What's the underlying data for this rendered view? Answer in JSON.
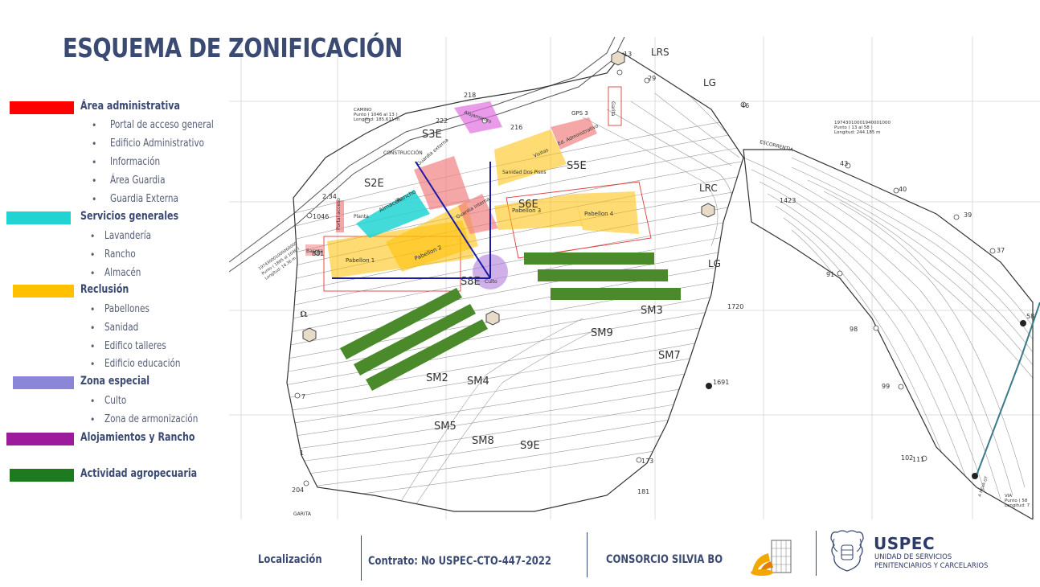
{
  "title": "ESQUEMA DE ZONIFICACIÓN",
  "legend": [
    {
      "label": "Área administrativa",
      "color": "#ff0000",
      "items": [
        "Portal de acceso general",
        "Edificio Administrativo",
        "Información",
        "Área Guardia",
        "Guardia Externa"
      ]
    },
    {
      "label": "Servicios generales",
      "color": "#22d3d3",
      "items": [
        "Lavandería",
        "Rancho",
        "Almacén"
      ]
    },
    {
      "label": "Reclusión",
      "color": "#ffc000",
      "items": [
        "Pabellones",
        "Sanidad",
        "Edifico talleres",
        "Edificio educación"
      ]
    },
    {
      "label": "Zona especial",
      "color": "#8c86d9",
      "items": [
        "Culto",
        "Zona de armonización"
      ]
    },
    {
      "label": "Alojamientos y Rancho",
      "color": "#9c1a9c",
      "items": []
    },
    {
      "label": "Actividad agropecuaria",
      "color": "#1e7a1e",
      "items": []
    }
  ],
  "map": {
    "zone_labels": [
      "S2E",
      "S3E",
      "S5E",
      "S6E",
      "S8E",
      "S9E",
      "SM2",
      "SM3",
      "SM4",
      "SM5",
      "SM7",
      "SM8",
      "SM9",
      "LRS",
      "LG",
      "LRC",
      "LG"
    ],
    "building_labels": [
      "Pabellon 1",
      "Pabellon 2",
      "Pabellon 3",
      "Pabellon 4",
      "Rancho",
      "Almacén",
      "Planta",
      "Guardia externa",
      "Guardia interna",
      "Alojamiento",
      "Garita",
      "Sanidad Dos Pisos",
      "Culto",
      "Portal acceso",
      "Basura",
      "Visitas",
      "Ed. Administrativo"
    ],
    "point_labels": [
      "13",
      "29",
      "46",
      "43",
      "40",
      "39",
      "37",
      "91",
      "98",
      "99",
      "102",
      "111",
      "58",
      "1423",
      "1720",
      "1691",
      "173",
      "181",
      "204",
      "222",
      "216",
      "218",
      "2.34",
      "1046",
      "881",
      "11",
      "7",
      "1",
      "GPS 3",
      "CONSTRUCCIÓN",
      "ESCORRENTIA",
      "GARITA"
    ],
    "notes": {
      "camino": [
        "CAMINO",
        "Punto ( 1046 al 13 )",
        "Longitud: 185.611 m"
      ],
      "east": [
        "19743010001940001000",
        "Punto ( 13 al 58 )",
        "Longitud: 244.185 m"
      ],
      "west": [
        "197430001000060000",
        "Punto ( 1895 al 1046 )",
        "Longitud: 16.36 m"
      ],
      "via": [
        "VIA",
        "Punto ( 58",
        "Longitud: 7"
      ],
      "road": "A NEVA GT"
    }
  },
  "footer": {
    "localizacion": "Localización",
    "contrato": "Contrato: No USPEC-CTO-447-2022",
    "consorcio": "CONSORCIO SILVIA BO",
    "uspec": "USPEC",
    "uspec_sub1": "UNIDAD DE SERVICIOS",
    "uspec_sub2": "PENITENCIARIOS Y CARCELARIOS"
  }
}
